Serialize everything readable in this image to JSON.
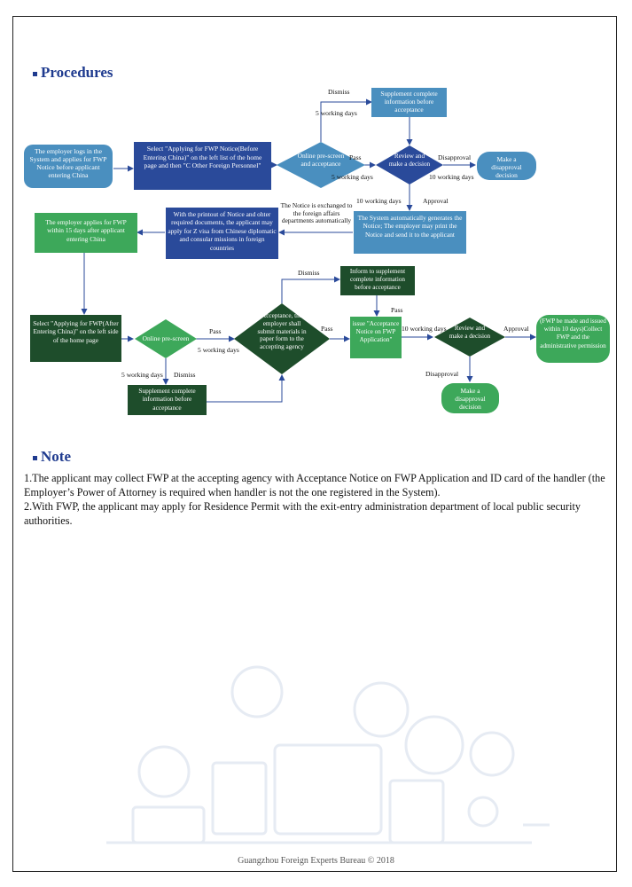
{
  "procedures_title": "Procedures",
  "note_title": "Note",
  "footer": "Guangzhou Foreign Experts Bureau  © 2018",
  "colors": {
    "blue_light": "#4a8fbf",
    "blue_dark": "#2a4a9a",
    "green_light": "#3da85a",
    "green_dark": "#1e4d2b",
    "title": "#1f3b8f"
  },
  "flow": {
    "n1": "The employer logs in the System and applies for FWP Notice before applicant entering China",
    "n2": "Select \"Applying for FWP Notice(Before Entering China)\" on the left list of the home page and then \"C Other Foreign Personnel\"",
    "n3": "Online pre-screen and acceptance",
    "n4": "Supplement complete information before acceptance",
    "n5": "Review and make a decision",
    "n6": "Make a disapproval decision",
    "n7": "The System automatically generates the Notice; The employer may print the Notice and send it to the applicant",
    "n8": "With the printout of Notice and ohter required documents, the applicant may apply for Z visa from Chinese diplomatic and consular missions in foreign countries",
    "n9": "The employer applies for FWP within 15 days after applicant entering China",
    "n10": "Select \"Applying for FWP(After Entering China)\" on the left side of the home page",
    "n11": "Online pre-screen",
    "n12": "Supplement complete information before acceptance",
    "n13": "Acceptance, the employer shall submit materials in paper form to the accepting agency",
    "n14": "Inform to supplement complete information before acceptance",
    "n15": "issue \"Acceptance Notice on FWP Application\"",
    "n16": "Review and make a decision",
    "n17": "(FWP be made and issued within 10 days)Collect FWP and the administrative permission",
    "n18": "Make a disapproval decision",
    "l_dismiss1": "Dismiss",
    "l_5days1": "5 working days",
    "l_pass1": "Pass",
    "l_5days2": "5 working days",
    "l_disapproval1": "Disapproval",
    "l_10days1": "10 working days",
    "l_10days2": "10 working days",
    "l_approval1": "Approval",
    "l_exchange": "The Notice is exchanged to the foreign affairs departments automatically",
    "l_pass2": "Pass",
    "l_5days3": "5 working days",
    "l_5days4": "5 working days",
    "l_dismiss2": "Dismiss",
    "l_dismiss3": "Dismiss",
    "l_pass3": "Pass",
    "l_pass4": "Pass",
    "l_10days3": "10 working days",
    "l_approval2": "Approval",
    "l_disapproval2": "Disapproval"
  },
  "notes": [
    "1.The applicant may collect FWP at the accepting agency with Acceptance Notice on FWP Application and ID card of the handler (the Employer’s Power of Attorney is required when handler is not the one registered in the System).",
    "2.With FWP, the applicant may apply for Residence Permit with the exit-entry administration department of local public security authorities."
  ]
}
